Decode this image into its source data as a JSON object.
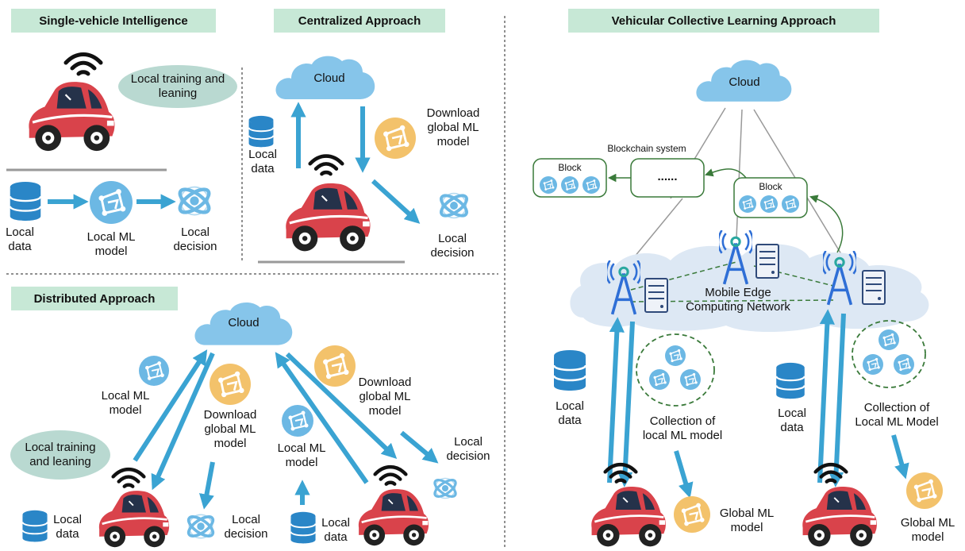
{
  "panels": {
    "single": {
      "title": "Single-vehicle Intelligence",
      "bubble": [
        "Local training and",
        "leaning"
      ],
      "local_data": [
        "Local",
        "data"
      ],
      "local_model": [
        "Local ML",
        "model"
      ],
      "local_decision": [
        "Local",
        "decision"
      ]
    },
    "centralized": {
      "title": "Centralized Approach",
      "cloud": "Cloud",
      "download": [
        "Download",
        "global ML",
        "model"
      ],
      "local_data": [
        "Local",
        "data"
      ],
      "local_decision": [
        "Local",
        "decision"
      ]
    },
    "distributed": {
      "title": "Distributed Approach",
      "cloud": "Cloud",
      "local_model_left": [
        "Local ML",
        "model"
      ],
      "download_left": [
        "Download",
        "global ML",
        "model"
      ],
      "bubble": [
        "Local training",
        "and leaning"
      ],
      "local_model_mid": [
        "Local ML",
        "model"
      ],
      "download_right": [
        "Download",
        "global ML",
        "model"
      ],
      "local_decision_right": [
        "Local",
        "decision"
      ],
      "local_data_left": [
        "Local",
        "data"
      ],
      "local_decision_mid": [
        "Local",
        "decision"
      ],
      "local_data_mid": [
        "Local",
        "data"
      ]
    },
    "collective": {
      "title": "Vehicular Collective Learning Approach",
      "cloud": "Cloud",
      "blockchain": "Blockchain system",
      "block_left": "Block",
      "dots": "......",
      "block_right": "Block",
      "mec": [
        "Mobile Edge",
        "Computing Network"
      ],
      "local_data_left": [
        "Local",
        "data"
      ],
      "collection_left": [
        "Collection of",
        "local ML model"
      ],
      "local_data_right": [
        "Local",
        "data"
      ],
      "collection_right": [
        "Collection of",
        "Local ML Model"
      ],
      "global_left": [
        "Global ML",
        "model"
      ],
      "global_right": [
        "Global ML",
        "model"
      ]
    }
  },
  "colors": {
    "header_bg": "#c7e8d6",
    "cloud": "#86c5ea",
    "arrow": "#3aa3d2",
    "car_body": "#d9434b",
    "model_blue": "#6cb8e4",
    "model_orange": "#f3c26b",
    "bubble": "#b9d9d1",
    "chain_green": "#3a7a3a",
    "tower": "#2f6fd6"
  },
  "icons": [
    "car-icon",
    "wifi-icon",
    "cloud-icon",
    "database-icon",
    "ml-model-icon",
    "atom-decision-icon",
    "tower-icon",
    "server-icon",
    "block-icon"
  ]
}
